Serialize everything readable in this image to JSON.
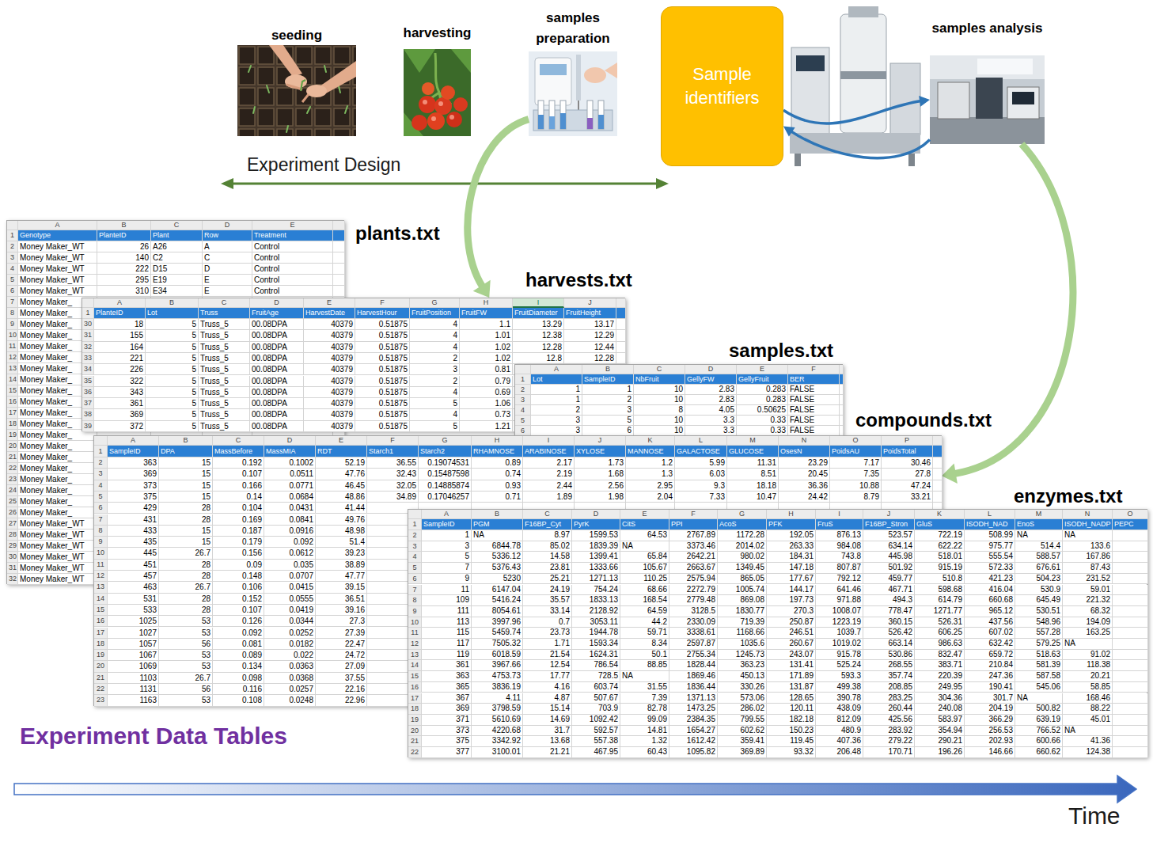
{
  "diagram": {
    "nodes": [
      {
        "text": [
          "seeding"
        ]
      },
      {
        "text": [
          "harvesting"
        ]
      },
      {
        "text": [
          "samples preparation"
        ]
      },
      {
        "text": [
          "Sample identifiers"
        ]
      },
      {
        "text": [
          "samples analysis"
        ]
      },
      {
        "text": [
          "plants.txt"
        ]
      },
      {
        "text": [
          "harvests.txt"
        ]
      },
      {
        "text": [
          "samples.txt"
        ]
      },
      {
        "text": [
          "compounds.txt"
        ]
      },
      {
        "text": [
          "enzymes.txt"
        ]
      }
    ],
    "edges": [
      {
        "from": 2,
        "to": 6,
        "arrow": "to"
      },
      {
        "from": 3,
        "to": 4,
        "arrow": "to"
      },
      {
        "from": 4,
        "to": 3,
        "arrow": "to"
      },
      {
        "from": 4,
        "to": 8,
        "arrow": "to"
      }
    ],
    "labels": [
      "Experiment Design",
      "Experiment Data Tables",
      "Time",
      "A",
      "B",
      "C",
      "D",
      "E",
      "1",
      "Genotype",
      "PlanteID",
      "Plant",
      "Row",
      "Treatment",
      "2",
      "Money Maker_WT",
      "26",
      "A26",
      "A",
      "Control",
      "3",
      "Money Maker_WT",
      "140",
      "C2",
      "C",
      "Control",
      "4",
      "Money Maker_WT",
      "222",
      "D15",
      "D",
      "Control",
      "5",
      "Money Maker_WT",
      "295",
      "E19",
      "E",
      "Control",
      "6",
      "Money Maker_WT",
      "310",
      "E34",
      "E",
      "Control",
      "7",
      "Money Maker_",
      "8",
      "Money Maker_",
      "9",
      "Money Maker_",
      "10",
      "Money Maker_",
      "11",
      "Money Maker_",
      "12",
      "Money Maker_",
      "13",
      "Money Maker_",
      "14",
      "Money Maker_",
      "15",
      "Money Maker_",
      "16",
      "Money Maker_",
      "17",
      "Money Maker_",
      "18",
      "Money Maker_",
      "19",
      "Money Maker_",
      "20",
      "Money Maker_",
      "21",
      "Money Maker_",
      "22",
      "Money Maker_",
      "23",
      "Money Maker_",
      "24",
      "Money Maker_",
      "25",
      "Money Maker_",
      "26",
      "Money Maker_",
      "27",
      "Money Maker_WT",
      "28",
      "Money Maker_WT",
      "29",
      "Money Maker_WT",
      "30",
      "Money Maker_WT",
      "31",
      "Money Maker_WT",
      "32",
      "Money Maker_WT",
      "A",
      "B",
      "C",
      "D",
      "E",
      "F",
      "G",
      "H",
      "I",
      "J",
      "1",
      "PlanteID",
      "Lot",
      "Truss",
      "FruitAge",
      "HarvestDate",
      "HarvestHour",
      "FruitPosition",
      "FruitFW",
      "FruitDiameter",
      "FruitHeight",
      "30",
      "18",
      "5",
      "Truss_5",
      "00.08DPA",
      "40379",
      "0.51875",
      "4",
      "1.1",
      "13.29",
      "13.17",
      "31",
      "155",
      "5",
      "Truss_5",
      "00.08DPA",
      "40379",
      "0.51875",
      "4",
      "1.01",
      "12.38",
      "12.29",
      "32",
      "164",
      "5",
      "Truss_5",
      "00.08DPA",
      "40379",
      "0.51875",
      "4",
      "1.02",
      "12.28",
      "12.44",
      "33",
      "221",
      "5",
      "Truss_5",
      "00.08DPA",
      "40379",
      "0.51875",
      "2",
      "1.02",
      "12.8",
      "12.28",
      "34",
      "226",
      "5",
      "Truss_5",
      "00.08DPA",
      "40379",
      "0.51875",
      "3",
      "0.81",
      "35",
      "322",
      "5",
      "Truss_5",
      "00.08DPA",
      "40379",
      "0.51875",
      "2",
      "0.79",
      "36",
      "343",
      "5",
      "Truss_5",
      "00.08DPA",
      "40379",
      "0.51875",
      "4",
      "0.69",
      "37",
      "361",
      "5",
      "Truss_5",
      "00.08DPA",
      "40379",
      "0.51875",
      "5",
      "1.06",
      "38",
      "369",
      "5",
      "Truss_5",
      "00.08DPA",
      "40379",
      "0.51875",
      "4",
      "0.73",
      "39",
      "372",
      "5",
      "Truss_5",
      "00.08DPA",
      "40379",
      "0.51875",
      "5",
      "1.21",
      "A",
      "B",
      "C",
      "D",
      "E",
      "F",
      "1",
      "Lot",
      "SampleID",
      "NbFruit",
      "GellyFW",
      "GellyFruit",
      "BER",
      "2",
      "1",
      "1",
      "10",
      "2.83",
      "0.283",
      "FALSE",
      "3",
      "1",
      "2",
      "10",
      "2.83",
      "0.283",
      "FALSE",
      "4",
      "2",
      "3",
      "8",
      "4.05",
      "0.50625",
      "FALSE",
      "5",
      "3",
      "5",
      "10",
      "3.3",
      "0.33",
      "FALSE",
      "6",
      "3",
      "6",
      "10",
      "3.3",
      "0.33",
      "FALSE",
      "A",
      "B",
      "C",
      "D",
      "E",
      "F",
      "G",
      "H",
      "I",
      "J",
      "K",
      "L",
      "M",
      "N",
      "O",
      "P",
      "1",
      "SampleID",
      "DPA",
      "MassBefore",
      "MassMIA",
      "RDT",
      "Starch1",
      "Starch2",
      "RHAMNOSE",
      "ARABINOSE",
      "XYLOSE",
      "MANNOSE",
      "GALACTOSE",
      "GLUCOSE",
      "OsesN",
      "PoidsAU",
      "PoidsTotal",
      "2",
      "363",
      "15",
      "0.192",
      "0.1002",
      "52.19",
      "36.55",
      "0.19074531",
      "0.89",
      "2.17",
      "1.73",
      "1.2",
      "5.99",
      "11.31",
      "23.29",
      "7.17",
      "30.46",
      "3",
      "369",
      "15",
      "0.107",
      "0.0511",
      "47.76",
      "32.43",
      "0.15487598",
      "0.74",
      "2.19",
      "1.68",
      "1.3",
      "6.03",
      "8.51",
      "20.45",
      "7.35",
      "27.8",
      "4",
      "373",
      "15",
      "0.166",
      "0.0771",
      "46.45",
      "32.05",
      "0.14885874",
      "0.93",
      "2.44",
      "2.56",
      "2.95",
      "9.3",
      "18.18",
      "36.36",
      "10.88",
      "47.24",
      "5",
      "375",
      "15",
      "0.14",
      "0.0684",
      "48.86",
      "34.89",
      "0.17046257",
      "0.71",
      "1.89",
      "1.98",
      "2.04",
      "7.33",
      "10.47",
      "24.42",
      "8.79",
      "33.21",
      "6",
      "429",
      "28",
      "0.104",
      "0.0431",
      "41.44",
      "7",
      "431",
      "28",
      "0.169",
      "0.0841",
      "49.76",
      "8",
      "433",
      "15",
      "0.187",
      "0.0916",
      "48.98",
      "9",
      "435",
      "15",
      "0.179",
      "0.092",
      "51.4",
      "10",
      "445",
      "26.7",
      "0.156",
      "0.0612",
      "39.23",
      "11",
      "451",
      "28",
      "0.09",
      "0.035",
      "38.89",
      "12",
      "457",
      "28",
      "0.148",
      "0.0707",
      "47.77",
      "13",
      "463",
      "26.7",
      "0.106",
      "0.0415",
      "39.15",
      "14",
      "531",
      "28",
      "0.152",
      "0.0555",
      "36.51",
      "15",
      "533",
      "28",
      "0.107",
      "0.0419",
      "39.16",
      "16",
      "1025",
      "53",
      "0.126",
      "0.0344",
      "27.3",
      "17",
      "1027",
      "53",
      "0.092",
      "0.0252",
      "27.39",
      "18",
      "1057",
      "56",
      "0.081",
      "0.0182",
      "22.47",
      "19",
      "1067",
      "53",
      "0.089",
      "0.022",
      "24.72",
      "20",
      "1069",
      "53",
      "0.134",
      "0.0363",
      "27.09",
      "21",
      "1103",
      "26.7",
      "0.098",
      "0.0368",
      "37.55",
      "22",
      "1131",
      "56",
      "0.116",
      "0.0257",
      "22.16",
      "23",
      "1163",
      "53",
      "0.108",
      "0.0248",
      "22.96",
      "A",
      "B",
      "C",
      "D",
      "E",
      "F",
      "G",
      "H",
      "I",
      "J",
      "K",
      "L",
      "M",
      "N",
      "O",
      "1",
      "SampleID",
      "PGM",
      "F16BP_Cyt",
      "PyrK",
      "CitS",
      "PPI",
      "AcoS",
      "PFK",
      "FruS",
      "F16BP_Stron",
      "GluS",
      "ISODH_NAD",
      "EnoS",
      "ISODH_NADP",
      "PEPC",
      "2",
      "1",
      "NA",
      "8.97",
      "1599.53",
      "64.53",
      "2767.89",
      "1172.28",
      "192.05",
      "876.13",
      "523.57",
      "722.19",
      "508.99",
      "NA",
      "NA",
      "3",
      "3",
      "6844.78",
      "85.02",
      "1839.39",
      "NA",
      "3373.46",
      "2014.02",
      "263.33",
      "984.08",
      "634.14",
      "622.22",
      "975.77",
      "514.4",
      "133.6",
      "4",
      "5",
      "5336.12",
      "14.58",
      "1399.41",
      "65.84",
      "2642.21",
      "980.02",
      "184.31",
      "743.8",
      "445.98",
      "518.01",
      "555.54",
      "588.57",
      "167.86",
      "5",
      "7",
      "5376.43",
      "23.81",
      "1333.66",
      "105.67",
      "2663.67",
      "1349.45",
      "147.18",
      "807.87",
      "501.92",
      "915.19",
      "572.33",
      "676.61",
      "87.43",
      "6",
      "9",
      "5230",
      "25.21",
      "1271.13",
      "110.25",
      "2575.94",
      "865.05",
      "177.67",
      "792.12",
      "459.77",
      "510.8",
      "421.23",
      "504.23",
      "231.52",
      "7",
      "11",
      "6147.04",
      "24.19",
      "754.24",
      "68.66",
      "2272.79",
      "1005.74",
      "144.17",
      "641.46",
      "467.71",
      "598.68",
      "416.04",
      "530.9",
      "59.01",
      "8",
      "109",
      "5416.24",
      "35.57",
      "1833.13",
      "168.54",
      "2779.48",
      "869.08",
      "197.73",
      "971.88",
      "494.3",
      "614.79",
      "660.68",
      "645.49",
      "221.32",
      "9",
      "111",
      "8054.61",
      "33.14",
      "2128.92",
      "64.59",
      "3128.5",
      "1830.77",
      "270.3",
      "1008.07",
      "778.47",
      "1271.77",
      "965.12",
      "530.51",
      "68.32",
      "10",
      "113",
      "3997.96",
      "0.7",
      "3053.11",
      "44.2",
      "2330.09",
      "719.39",
      "250.87",
      "1223.19",
      "360.15",
      "526.31",
      "437.56",
      "548.96",
      "194.09",
      "11",
      "115",
      "5459.74",
      "23.73",
      "1944.78",
      "59.71",
      "3338.61",
      "1168.66",
      "246.51",
      "1039.7",
      "526.42",
      "606.25",
      "607.02",
      "557.28",
      "163.25",
      "12",
      "117",
      "7505.32",
      "1.71",
      "1593.34",
      "8.34",
      "2597.87",
      "1035.6",
      "260.67",
      "1019.02",
      "663.14",
      "986.63",
      "632.42",
      "579.25",
      "NA",
      "13",
      "119",
      "6018.59",
      "21.54",
      "1624.31",
      "50.1",
      "2755.34",
      "1245.73",
      "243.07",
      "915.78",
      "530.86",
      "832.47",
      "659.72",
      "518.63",
      "91.02",
      "14",
      "361",
      "3967.66",
      "12.54",
      "786.54",
      "88.85",
      "1828.44",
      "363.23",
      "131.41",
      "525.24",
      "268.55",
      "383.71",
      "210.84",
      "581.39",
      "118.38",
      "15",
      "363",
      "4753.73",
      "17.77",
      "728.5",
      "NA",
      "1869.46",
      "450.13",
      "171.89",
      "593.3",
      "357.74",
      "220.39",
      "247.36",
      "587.58",
      "20.21",
      "16",
      "365",
      "3836.19",
      "4.16",
      "603.74",
      "31.55",
      "1836.44",
      "330.26",
      "131.87",
      "499.38",
      "208.85",
      "249.95",
      "190.41",
      "545.06",
      "58.85",
      "17",
      "367",
      "4.11",
      "4.87",
      "507.67",
      "7.39",
      "1371.13",
      "573.06",
      "128.65",
      "390.78",
      "283.25",
      "304.36",
      "301.7",
      "NA",
      "168.46",
      "18",
      "369",
      "3798.59",
      "15.14",
      "703.9",
      "82.78",
      "1473.25",
      "286.02",
      "120.11",
      "438.09",
      "260.44",
      "240.08",
      "204.19",
      "500.82",
      "88.22",
      "19",
      "371",
      "5610.69",
      "14.69",
      "1092.42",
      "99.09",
      "2384.35",
      "799.55",
      "182.18",
      "812.09",
      "425.56",
      "583.97",
      "366.29",
      "639.19",
      "45.01",
      "20",
      "373",
      "4220.68",
      "31.7",
      "592.57",
      "14.81",
      "1654.27",
      "602.62",
      "150.23",
      "480.9",
      "283.92",
      "354.94",
      "256.53",
      "766.52",
      "NA",
      "21",
      "375",
      "3342.92",
      "13.68",
      "557.38",
      "1.32",
      "1612.42",
      "359.41",
      "119.45",
      "407.36",
      "279.22",
      "290.21",
      "202.93",
      "600.66",
      "41.36",
      "22",
      "377",
      "3100.01",
      "21.21",
      "467.95",
      "60.43",
      "1095.82",
      "369.89",
      "93.32",
      "206.48",
      "170.71",
      "196.26",
      "146.66",
      "660.62",
      "124.38"
    ]
  }
}
